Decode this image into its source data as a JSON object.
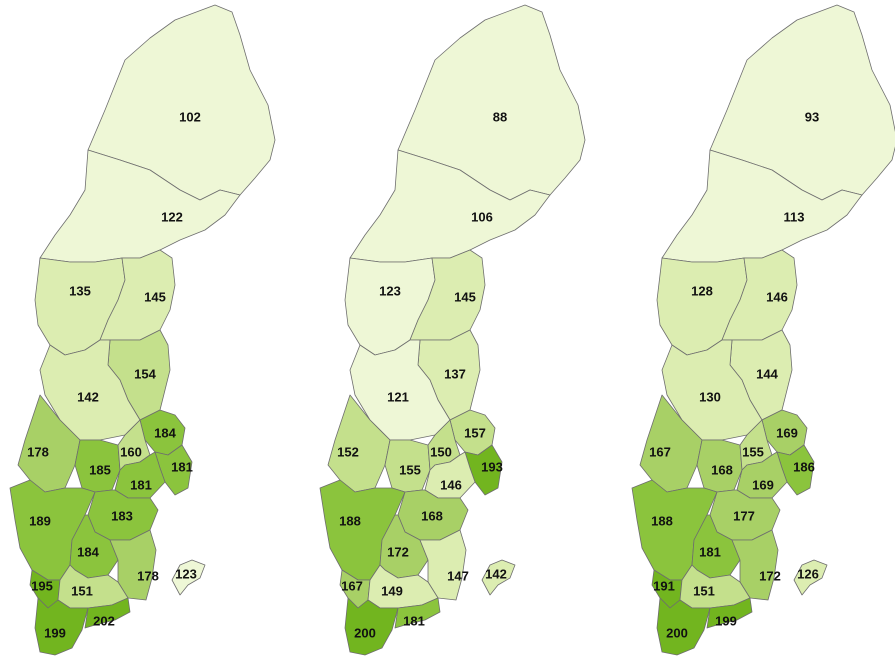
{
  "palette": {
    "very_light": "#eef7d6",
    "light": "#dcedb1",
    "medium_light": "#c4e08c",
    "medium": "#a8d066",
    "medium_dark": "#8bc43d",
    "dark": "#72b51f",
    "border": "#6e6e6e"
  },
  "maps": [
    {
      "id": "map-1",
      "values": {
        "norrbotten": "102",
        "vasterbotten": "122",
        "jamtland": "135",
        "vasternorrland": "145",
        "gavleborg": "154",
        "dalarna": "142",
        "uppsala": "184",
        "varmland": "178",
        "orebro": "185",
        "vastmanland": "160",
        "stockholm": "181",
        "sodermanland": "181",
        "vastra_gotaland": "189",
        "ostergotland": "183",
        "jonkoping": "184",
        "kalmar": "178",
        "gotland": "123",
        "halland": "195",
        "kronoberg": "151",
        "skane": "199",
        "blekinge": "202"
      }
    },
    {
      "id": "map-2",
      "values": {
        "norrbotten": "88",
        "vasterbotten": "106",
        "jamtland": "123",
        "vasternorrland": "145",
        "gavleborg": "137",
        "dalarna": "121",
        "uppsala": "157",
        "varmland": "152",
        "orebro": "155",
        "vastmanland": "150",
        "stockholm": "193",
        "sodermanland": "146",
        "vastra_gotaland": "188",
        "ostergotland": "168",
        "jonkoping": "172",
        "kalmar": "147",
        "gotland": "142",
        "halland": "167",
        "kronoberg": "149",
        "skane": "200",
        "blekinge": "181"
      }
    },
    {
      "id": "map-3",
      "values": {
        "norrbotten": "93",
        "vasterbotten": "113",
        "jamtland": "128",
        "vasternorrland": "146",
        "gavleborg": "144",
        "dalarna": "130",
        "uppsala": "169",
        "varmland": "167",
        "orebro": "168",
        "vastmanland": "155",
        "stockholm": "186",
        "sodermanland": "169",
        "vastra_gotaland": "188",
        "ostergotland": "177",
        "jonkoping": "181",
        "kalmar": "172",
        "gotland": "126",
        "halland": "191",
        "kronoberg": "151",
        "skane": "200",
        "blekinge": "199"
      }
    }
  ]
}
